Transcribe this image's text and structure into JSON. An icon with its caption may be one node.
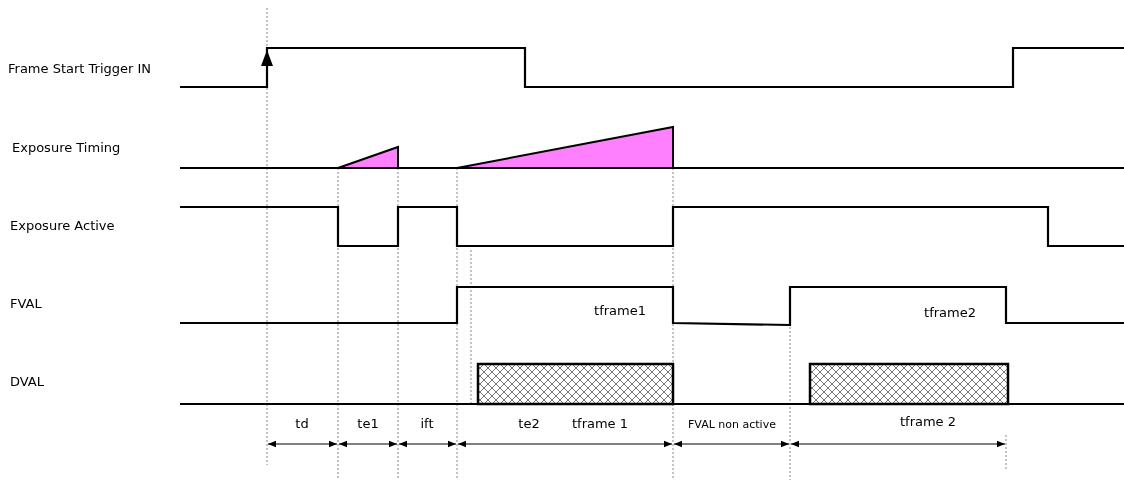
{
  "diagram": {
    "labels": [
      "Frame Start Trigger IN",
      "Exposure Timing",
      "Exposure Active",
      "FVAL",
      "tframe1",
      "tframe2",
      "DVAL",
      "td",
      "te1",
      "ift",
      "te2",
      "tframe 1",
      "FVAL non active",
      "tframe 2"
    ]
  }
}
